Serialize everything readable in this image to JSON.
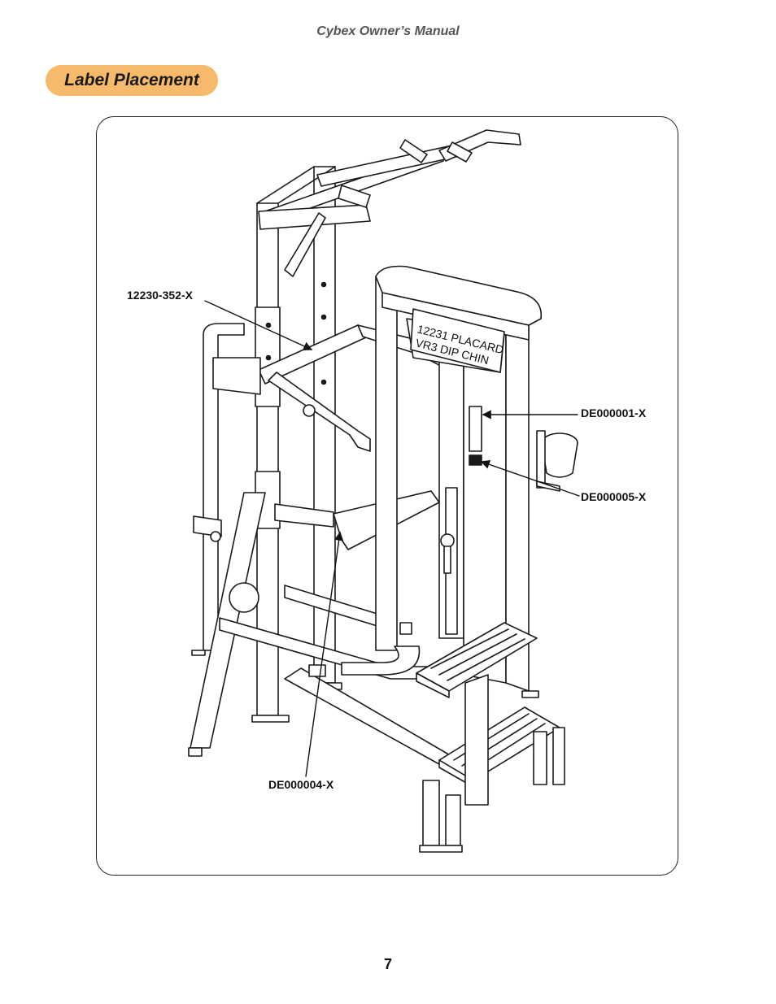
{
  "header": {
    "manual_title": "Cybex Owner’s Manual"
  },
  "section": {
    "title": "Label Placement"
  },
  "figure": {
    "placard_lines": [
      "12231 PLACARD",
      "VR3 DIP CHIN"
    ],
    "callouts": {
      "placard_label": "12230-352-X",
      "upper_decal": "DE000001-X",
      "lower_decal": "DE000005-X",
      "handle_decal": "DE000004-X"
    }
  },
  "footer": {
    "page_number": "7"
  }
}
